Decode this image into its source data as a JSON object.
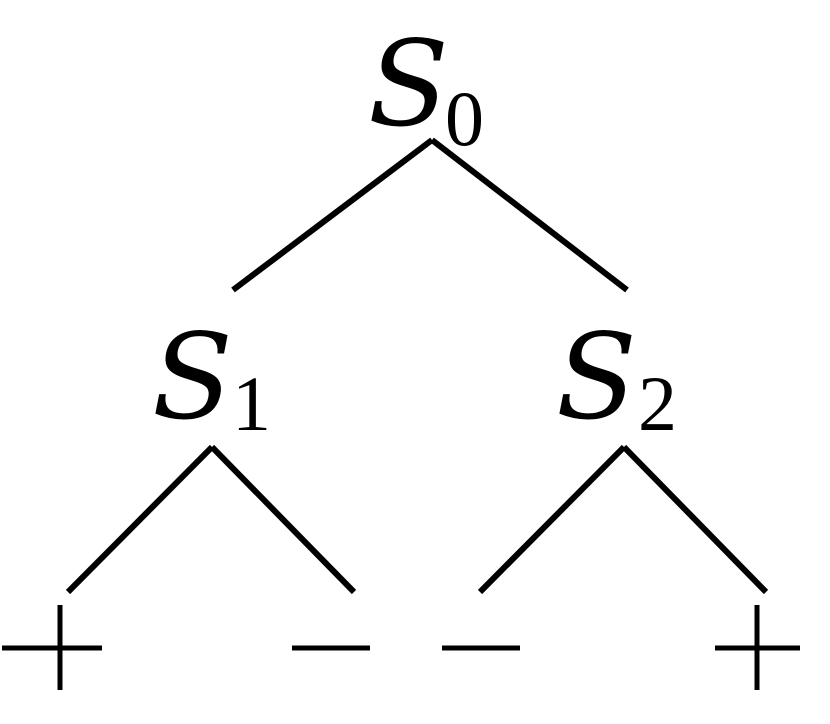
{
  "nodes": {
    "root": {
      "symbol": "S",
      "subscript": "0"
    },
    "left": {
      "symbol": "S",
      "subscript": "1"
    },
    "right": {
      "symbol": "S",
      "subscript": "2"
    }
  },
  "leaves": [
    "+",
    "−",
    "−",
    "+"
  ],
  "colors": {
    "ink": "#000000",
    "background": "#ffffff"
  }
}
